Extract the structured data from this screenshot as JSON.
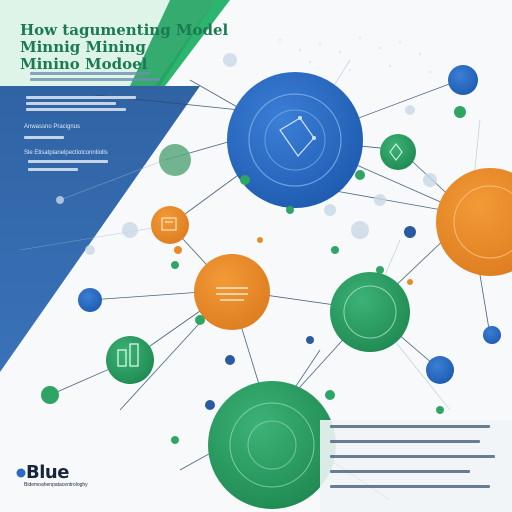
{
  "header": {
    "title_line1": "How tagumenting Model",
    "title_line2": "Minnig Mining",
    "title_line3": "Minino Modoel"
  },
  "sidebar": {
    "label1": "Anwassno Pracignus",
    "label2": "Sle Etisatpianelpectiolconntiolls"
  },
  "brand": {
    "name": "Blue",
    "tagline": "Bidemoahenpatacentrologhy"
  },
  "colors": {
    "blue": "#2c6cc4",
    "green": "#2f9a62",
    "orange": "#e88a2c",
    "navy": "#2a5a96",
    "accent_green": "#27b06e"
  },
  "icons": [
    "chart-icon",
    "gear-icon",
    "flask-icon",
    "document-icon",
    "lightbulb-icon",
    "network-icon",
    "clock-icon"
  ]
}
